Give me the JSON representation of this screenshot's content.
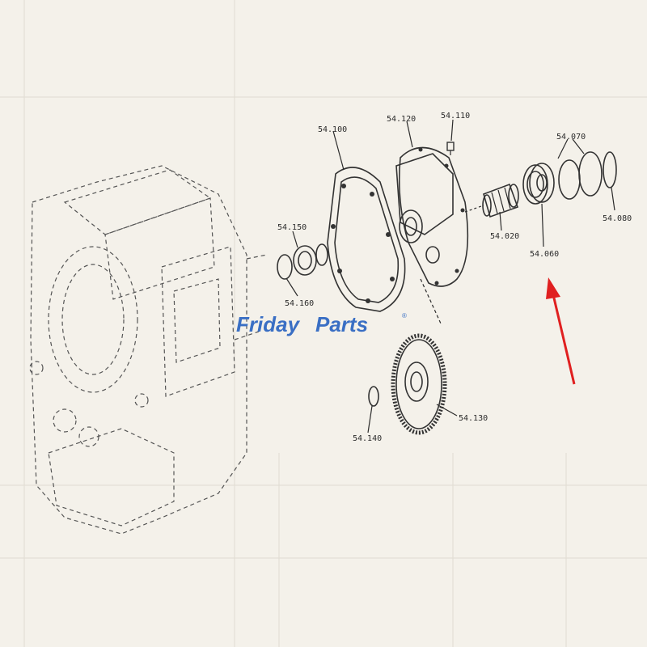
{
  "watermark": {
    "brand_part1": "Friday",
    "brand_part2": "Parts",
    "registered": "®",
    "color_primary": "#3a6fc4",
    "color_accent": "#f0a020"
  },
  "labels": {
    "p54_100": "54.100",
    "p54_120": "54.120",
    "p54_110": "54.110",
    "p54_070": "54.070",
    "p54_080": "54.080",
    "p54_020": "54.020",
    "p54_060": "54.060",
    "p54_150": "54.150",
    "p54_160": "54.160",
    "p54_130": "54.130",
    "p54_140": "54.140"
  },
  "arrow_color": "#e02020"
}
